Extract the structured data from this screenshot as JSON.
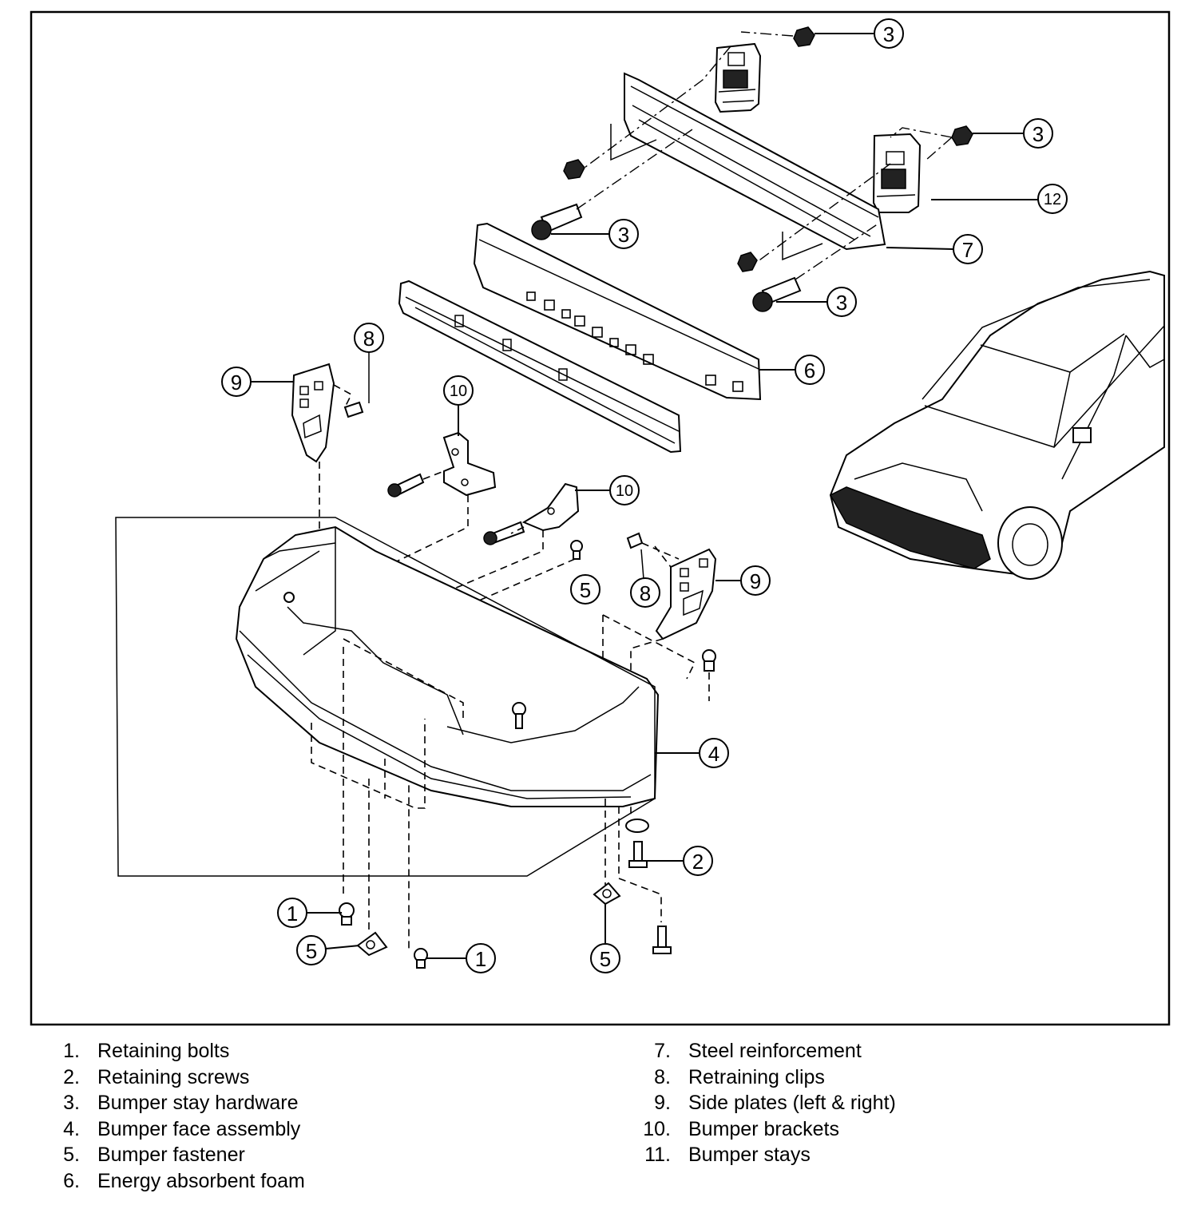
{
  "callouts": {
    "c3a": "3",
    "c3b": "3",
    "c3c": "3",
    "c3d": "3",
    "c12": "12",
    "c7": "7",
    "c6": "6",
    "c8a": "8",
    "c9a": "9",
    "c10a": "10",
    "c10b": "10",
    "c5a": "5",
    "c8b": "8",
    "c9b": "9",
    "c4": "4",
    "c2": "2",
    "c1a": "1",
    "c1b": "1",
    "c5b": "5",
    "c5c": "5"
  },
  "legend": {
    "left": [
      {
        "num": "1.",
        "label": "Retaining bolts"
      },
      {
        "num": "2.",
        "label": "Retaining screws"
      },
      {
        "num": "3.",
        "label": "Bumper stay hardware"
      },
      {
        "num": "4.",
        "label": "Bumper face assembly"
      },
      {
        "num": "5.",
        "label": "Bumper fastener"
      },
      {
        "num": "6.",
        "label": "Energy absorbent foam"
      }
    ],
    "right": [
      {
        "num": "7.",
        "label": "Steel reinforcement"
      },
      {
        "num": "8.",
        "label": "Retraining clips"
      },
      {
        "num": "9.",
        "label": "Side plates (left & right)"
      },
      {
        "num": "10.",
        "label": "Bumper brackets"
      },
      {
        "num": "11.",
        "label": "Bumper stays"
      }
    ]
  }
}
